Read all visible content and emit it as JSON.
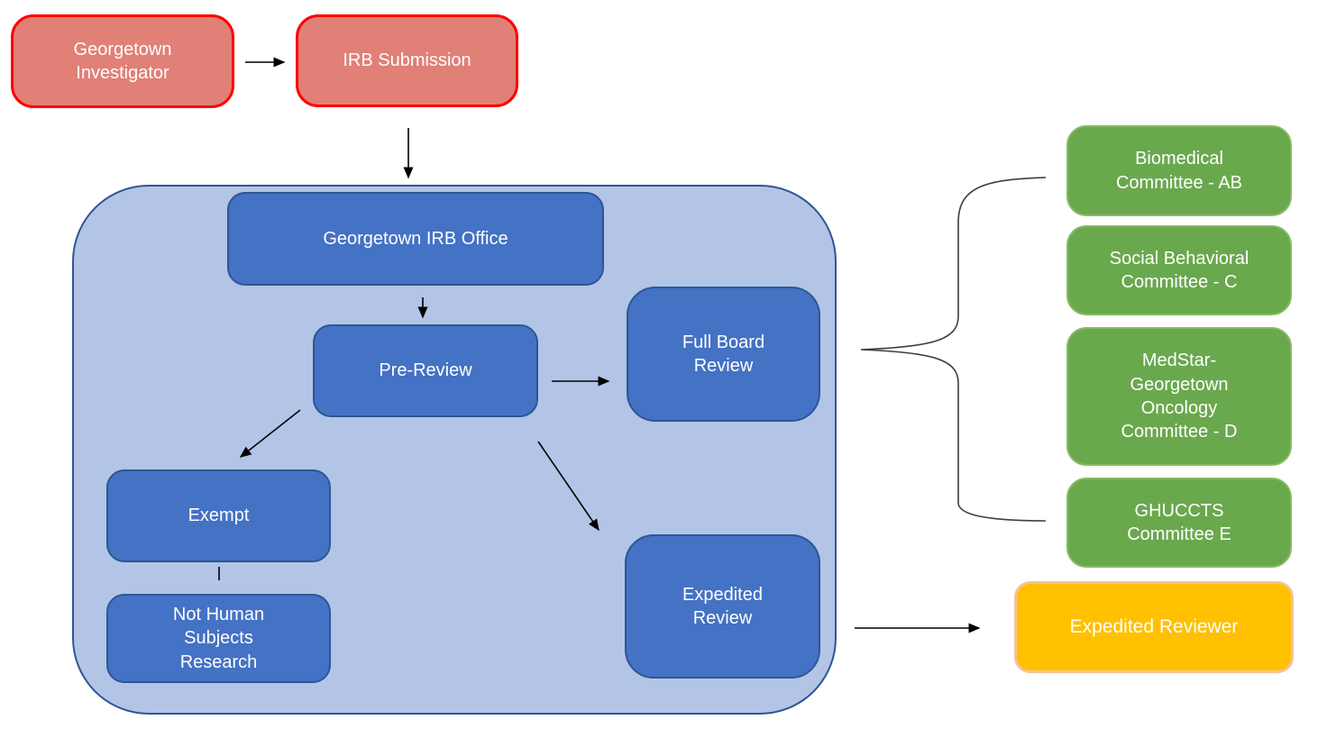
{
  "nodes": {
    "georgetown_investigator": {
      "label": "Georgetown Investigator"
    },
    "irb_submission": {
      "label": "IRB Submission"
    },
    "georgetown_irb_office": {
      "label": "Georgetown IRB Office"
    },
    "pre_review": {
      "label": "Pre-Review"
    },
    "full_board_review": {
      "label": "Full Board Review"
    },
    "exempt": {
      "label": "Exempt"
    },
    "not_human_subjects_research": {
      "label": "Not Human Subjects Research"
    },
    "expedited_review": {
      "label": "Expedited Review"
    },
    "biomedical_committee": {
      "label": "Biomedical Committee - AB"
    },
    "social_behavioral_committee": {
      "label": "Social Behavioral Committee - C"
    },
    "medstar_oncology_committee": {
      "label": "MedStar-Georgetown Oncology Committee - D"
    },
    "ghuccts_committee": {
      "label": "GHUCCTS Committee E"
    },
    "expedited_reviewer": {
      "label": "Expedited Reviewer"
    }
  },
  "edges": [
    {
      "from": "Georgetown Investigator",
      "to": "IRB Submission",
      "style": "arrow"
    },
    {
      "from": "IRB Submission",
      "to": "Georgetown IRB Office",
      "style": "arrow"
    },
    {
      "from": "Georgetown IRB Office",
      "to": "Pre-Review",
      "style": "arrow"
    },
    {
      "from": "Pre-Review",
      "to": "Full Board Review",
      "style": "arrow"
    },
    {
      "from": "Pre-Review",
      "to": "Exempt",
      "style": "arrow"
    },
    {
      "from": "Pre-Review",
      "to": "Expedited Review",
      "style": "arrow"
    },
    {
      "from": "Exempt",
      "to": "Not Human Subjects Research",
      "style": "line"
    },
    {
      "from": "Full Board Review",
      "to": "Biomedical Committee - AB",
      "style": "brace"
    },
    {
      "from": "Full Board Review",
      "to": "Social Behavioral Committee - C",
      "style": "brace"
    },
    {
      "from": "Full Board Review",
      "to": "MedStar-Georgetown Oncology Committee - D",
      "style": "brace"
    },
    {
      "from": "Full Board Review",
      "to": "GHUCCTS Committee E",
      "style": "brace"
    },
    {
      "from": "Expedited Review",
      "to": "Expedited Reviewer",
      "style": "arrow"
    }
  ],
  "colors": {
    "salmon_fill": "#E08077",
    "red_border": "#FF0000",
    "blue_fill": "#4472C4",
    "blue_border": "#2E5694",
    "container_fill": "#B2C5E6",
    "container_border": "#2F5597",
    "green_fill": "#6AA84E",
    "green_border": "#85BB63",
    "orange_fill": "#FFC000",
    "orange_border": "#F5C296",
    "arrow_color": "#000000",
    "text_color": "#FFFFFF"
  }
}
